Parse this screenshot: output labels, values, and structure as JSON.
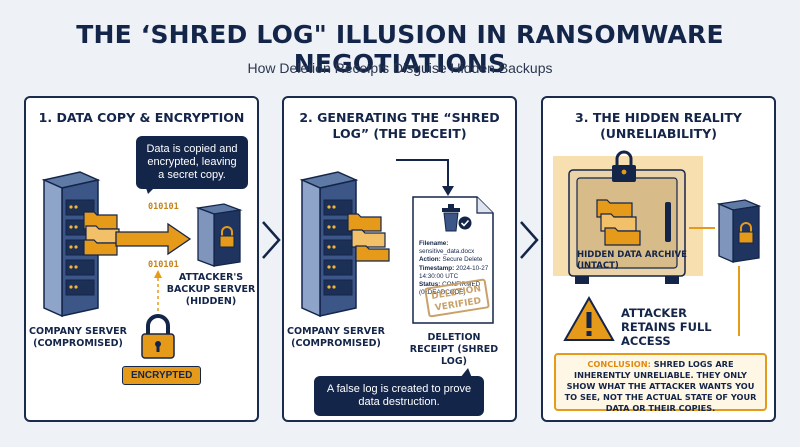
{
  "header": {
    "title": "THE ‘SHRED LOG\" ILLUSION IN RANSOMWARE NEGOTIATIONS",
    "subtitle": "How Deletion Receipts Disguise Hidden Backups"
  },
  "panel1": {
    "title": "1. DATA COPY & ENCRYPTION",
    "bubble": "Data is copied and encrypted, leaving a secret copy.",
    "binary_top": "010101",
    "binary_bottom": "010101",
    "server_caption": "COMPANY SERVER (COMPROMISED)",
    "backup_caption": "ATTACKER'S BACKUP SERVER (HIDDEN)",
    "encrypted_badge": "ENCRYPTED"
  },
  "panel2": {
    "title": "2. GENERATING THE “SHRED LOG” (THE DECEIT)",
    "server_caption": "COMPANY SERVER (COMPROMISED)",
    "receipt": {
      "filename_label": "Filename:",
      "filename": "sensitive_data.docx",
      "action_label": "Action:",
      "action": "Secure Delete",
      "timestamp_label": "Timestamp:",
      "timestamp": "2024-10-27 14:30:00 UTC",
      "status_label": "Status:",
      "status": "CONFIRMED (0xDEADCODE)",
      "stamp": "DELETION VERIFIED"
    },
    "receipt_caption": "DELETION RECEIPT (SHRED LOG)",
    "bubble": "A false log is created to prove data destruction."
  },
  "panel3": {
    "title": "3. THE HIDDEN REALITY (UNRELIABILITY)",
    "archive_label": "HIDDEN DATA ARCHIVE (INTACT)",
    "warning": "ATTACKER RETAINS FULL ACCESS",
    "conclusion_lead": "CONCLUSION:",
    "conclusion": "SHRED LOGS ARE INHERENTLY UNRELIABLE. THEY ONLY SHOW WHAT THE ATTACKER WANTS YOU TO SEE, NOT THE ACTUAL STATE OF YOUR DATA OR THEIR COPIES."
  },
  "icons": {
    "server": "server-rack-icon",
    "folder": "folder-icon",
    "lock": "padlock-icon",
    "trash": "trash-can-icon",
    "check": "check-badge-icon",
    "safe": "vault-icon",
    "warning": "warning-triangle-icon",
    "arrow": "chevron-right-icon"
  },
  "colors": {
    "navy": "#14254a",
    "orange": "#e59a1a",
    "light_orange": "#f3c06a",
    "background": "#eef1f5"
  }
}
